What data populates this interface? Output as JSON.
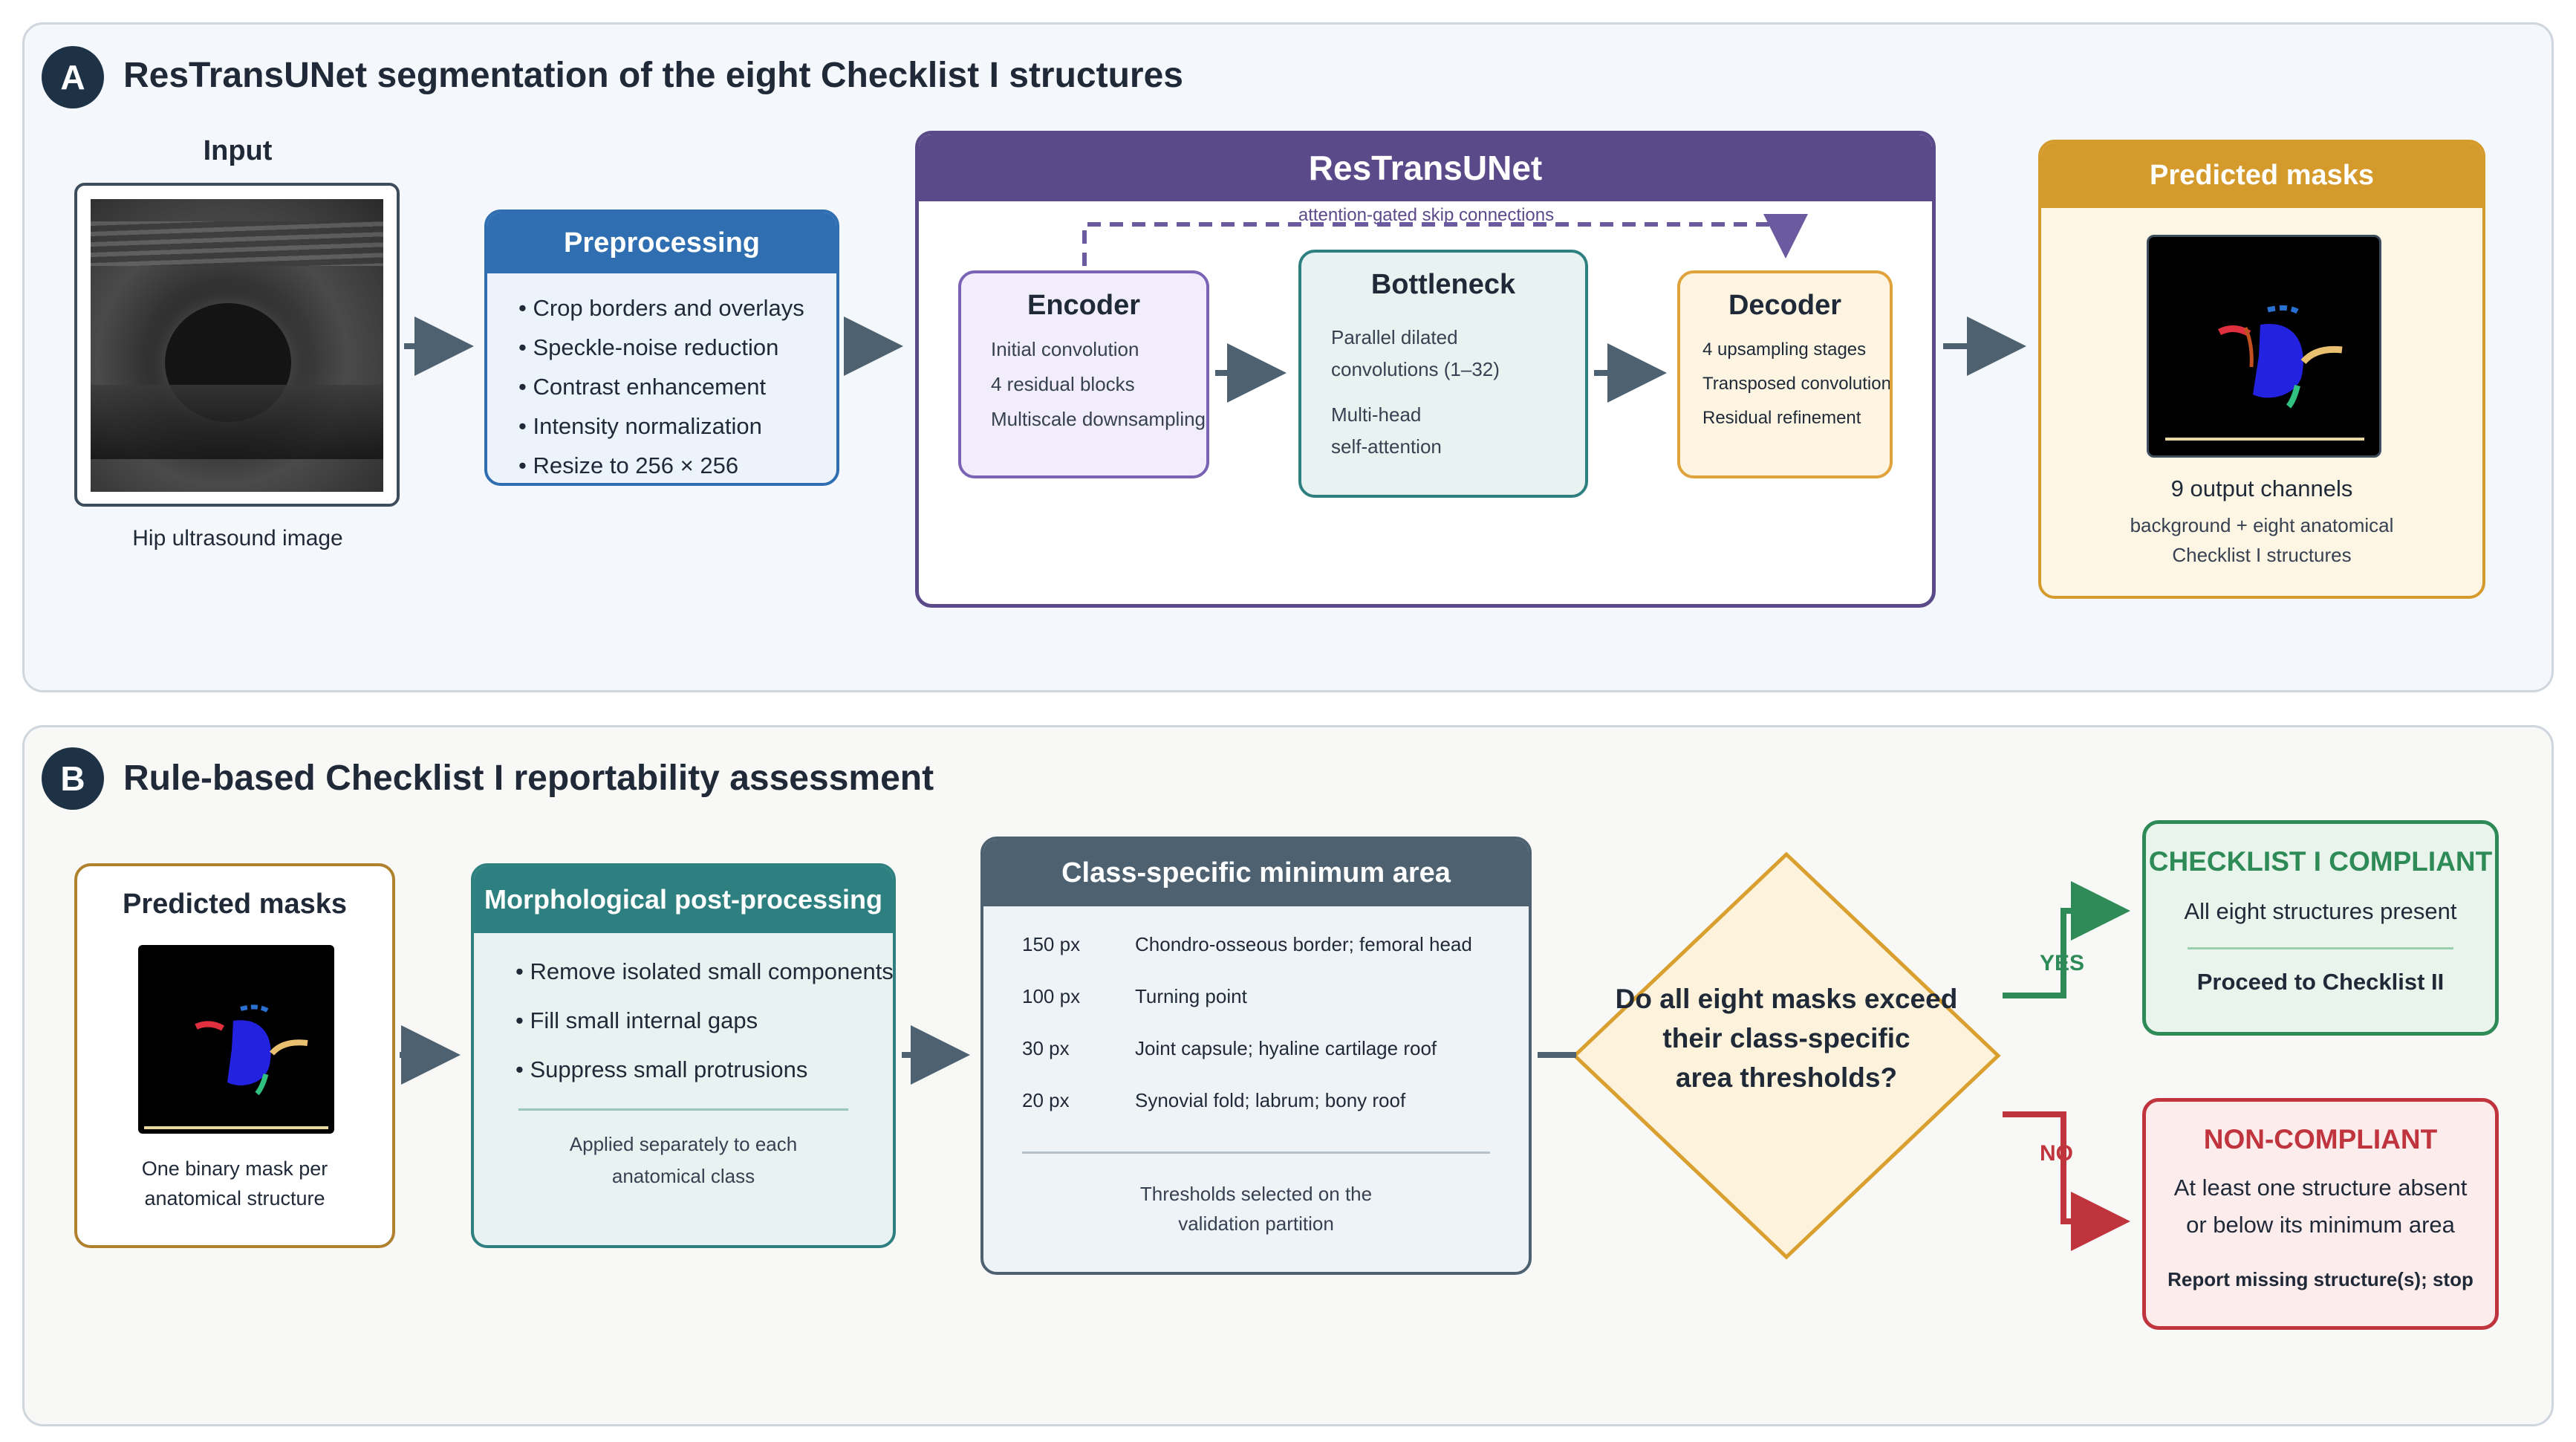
{
  "panelA": {
    "badge": "A",
    "title": "ResTransUNet segmentation of the eight Checklist I structures",
    "input": {
      "title": "Input",
      "caption": "Hip ultrasound image"
    },
    "preprocessing": {
      "title": "Preprocessing",
      "items": [
        "• Crop borders and overlays",
        "• Speckle-noise reduction",
        "• Contrast enhancement",
        "• Intensity normalization",
        "• Resize to 256 × 256"
      ]
    },
    "network": {
      "title": "ResTransUNet",
      "skip_label": "attention-gated skip connections",
      "encoder": {
        "title": "Encoder",
        "items": [
          "Initial convolution",
          "4 residual blocks",
          "Multiscale downsampling"
        ]
      },
      "bottleneck": {
        "title": "Bottleneck",
        "line1": "Parallel dilated",
        "line2": "convolutions (1–32)",
        "line3": "Multi-head",
        "line4": "self-attention"
      },
      "decoder": {
        "title": "Decoder",
        "items": [
          "4 upsampling stages",
          "Transposed convolutions",
          "Residual refinement"
        ]
      }
    },
    "predicted": {
      "title": "Predicted masks",
      "channels": "9 output channels",
      "desc1": "background + eight anatomical",
      "desc2": "Checklist I structures"
    }
  },
  "panelB": {
    "badge": "B",
    "title": "Rule-based Checklist I reportability assessment",
    "masks": {
      "title": "Predicted masks",
      "caption1": "One binary mask per",
      "caption2": "anatomical structure"
    },
    "morph": {
      "title": "Morphological post-processing",
      "items": [
        "• Remove isolated small components",
        "• Fill small internal gaps",
        "• Suppress small protrusions"
      ],
      "note1": "Applied separately to each",
      "note2": "anatomical class"
    },
    "area": {
      "title": "Class-specific minimum area",
      "rows": [
        {
          "px": "150 px",
          "desc": "Chondro-osseous border; femoral head"
        },
        {
          "px": "100 px",
          "desc": "Turning point"
        },
        {
          "px": "30 px",
          "desc": "Joint capsule; hyaline cartilage roof"
        },
        {
          "px": "20 px",
          "desc": "Synovial fold; labrum; bony roof"
        }
      ],
      "note1": "Thresholds selected on the",
      "note2": "validation partition"
    },
    "decision": {
      "line1": "Do all eight masks exceed",
      "line2": "their class-specific",
      "line3": "area thresholds?"
    },
    "yes_label": "YES",
    "no_label": "NO",
    "compliant": {
      "title": "CHECKLIST I COMPLIANT",
      "desc": "All eight structures present",
      "action": "Proceed to Checklist II"
    },
    "noncompliant": {
      "title": "NON-COMPLIANT",
      "desc1": "At least one structure absent",
      "desc2": "or below its minimum area",
      "action": "Report missing structure(s); stop"
    }
  },
  "colors": {
    "preprocessing": "#2f6eb0",
    "network": "#5b4a8a",
    "encoder": "#7a62b5",
    "bottleneck": "#2e7f7f",
    "decoder": "#e0a23a",
    "predicted": "#d49a2b",
    "morph": "#2e7f7f",
    "area": "#4d6170",
    "decision": "#d9a030",
    "compliant": "#2e8b57",
    "noncompliant": "#c0343e",
    "arrow": "#4d6170"
  }
}
